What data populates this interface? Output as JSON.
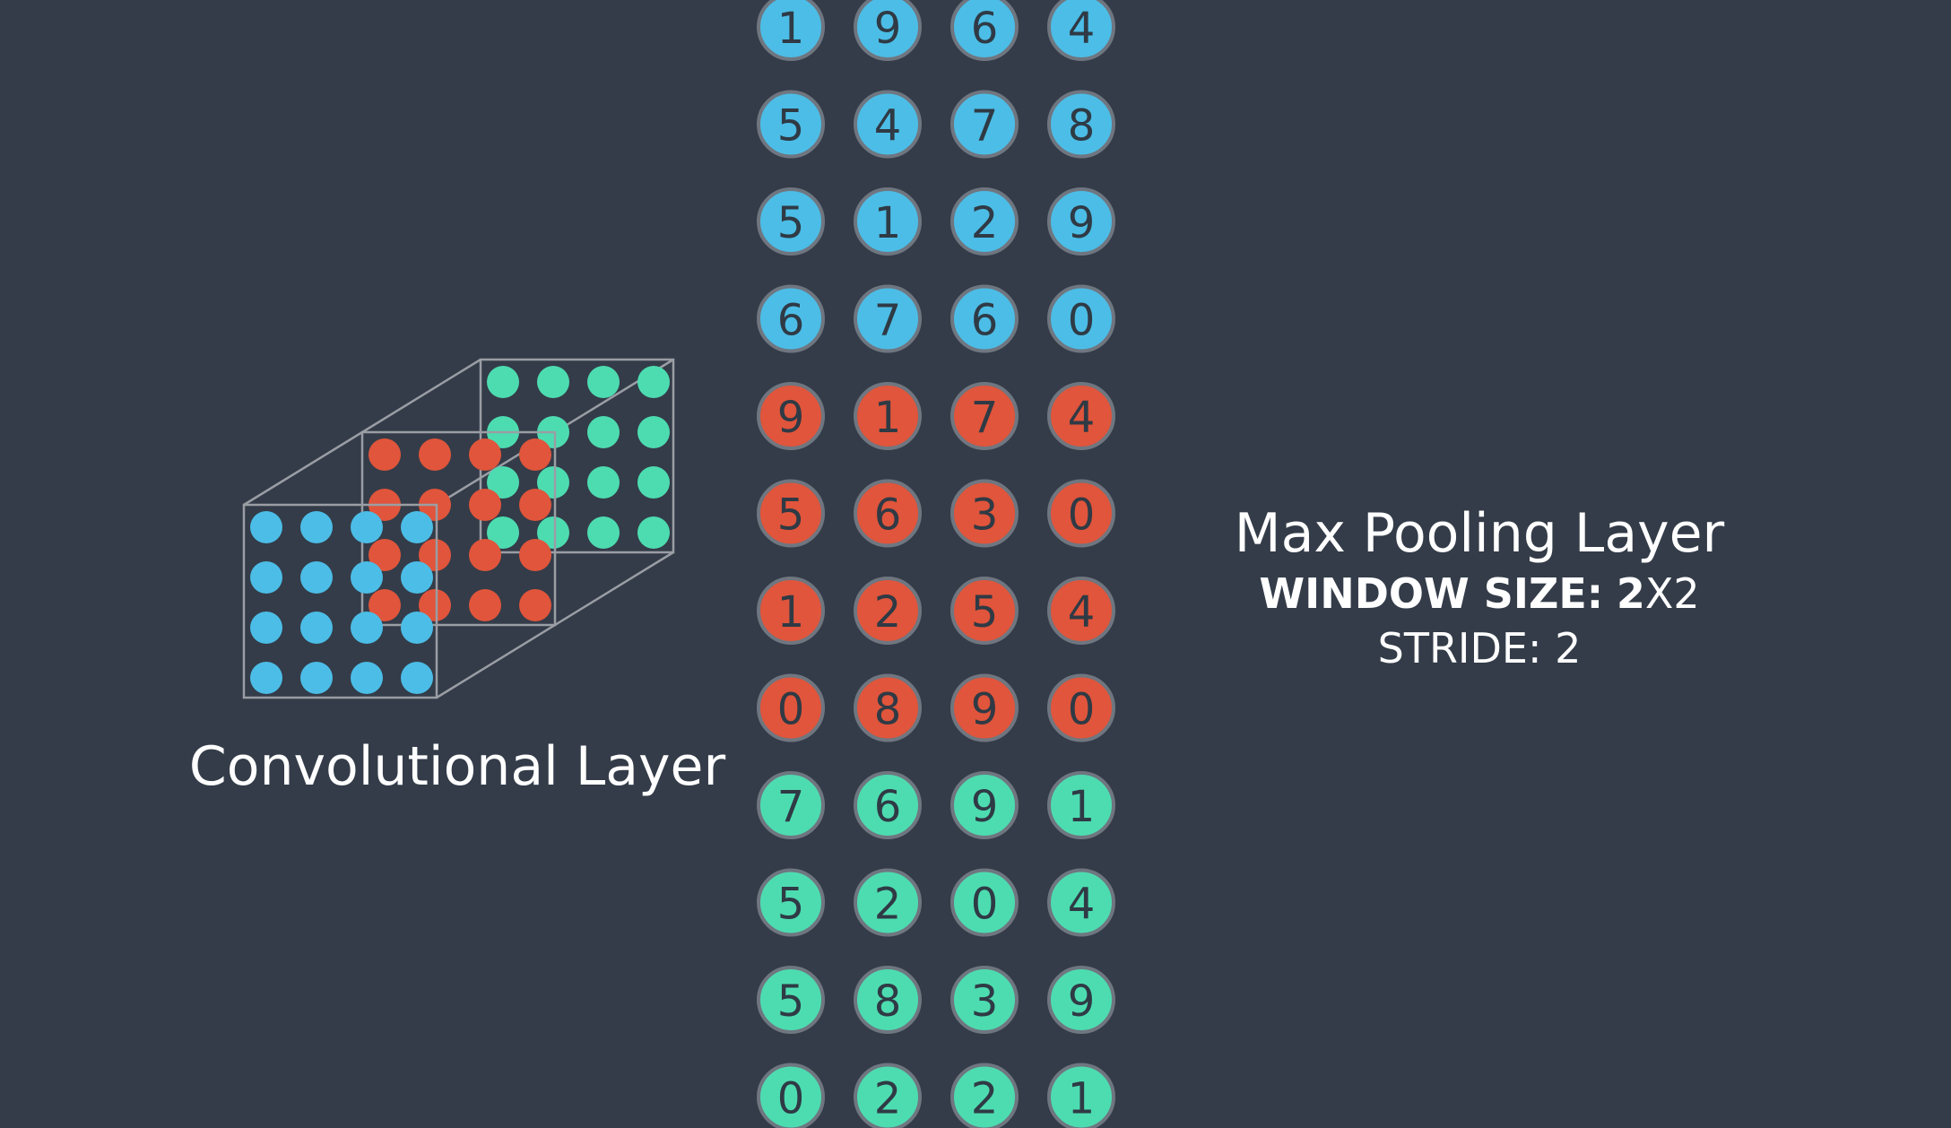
{
  "colors": {
    "background": "#343c49",
    "blue": "#4cbde6",
    "red": "#e0553b",
    "green": "#4ddcb0",
    "outline": "#6f7680",
    "cube_line": "#9a9ea4",
    "number_text": "#2f3a45"
  },
  "convolutional_layer": {
    "label": "Convolutional Layer",
    "depth_slices": [
      {
        "color": "green",
        "rows": 4,
        "cols": 4
      },
      {
        "color": "red",
        "rows": 4,
        "cols": 4
      },
      {
        "color": "blue",
        "rows": 4,
        "cols": 4
      }
    ]
  },
  "feature_maps": [
    {
      "color": "blue",
      "grid": [
        [
          1,
          9,
          6,
          4
        ],
        [
          5,
          4,
          7,
          8
        ],
        [
          5,
          1,
          2,
          9
        ],
        [
          6,
          7,
          6,
          0
        ]
      ]
    },
    {
      "color": "red",
      "grid": [
        [
          9,
          1,
          7,
          4
        ],
        [
          5,
          6,
          3,
          0
        ],
        [
          1,
          2,
          5,
          4
        ],
        [
          0,
          8,
          9,
          0
        ]
      ]
    },
    {
      "color": "green",
      "grid": [
        [
          7,
          6,
          9,
          1
        ],
        [
          5,
          2,
          0,
          4
        ],
        [
          5,
          8,
          3,
          9
        ],
        [
          0,
          2,
          2,
          1
        ]
      ]
    }
  ],
  "max_pooling_layer": {
    "title": "Max Pooling Layer",
    "window_size_label": "WINDOW SIZE:",
    "window_size_value_bold": "2",
    "window_size_value_rest": "X2",
    "stride_label": "STRIDE:",
    "stride_value": "2"
  }
}
